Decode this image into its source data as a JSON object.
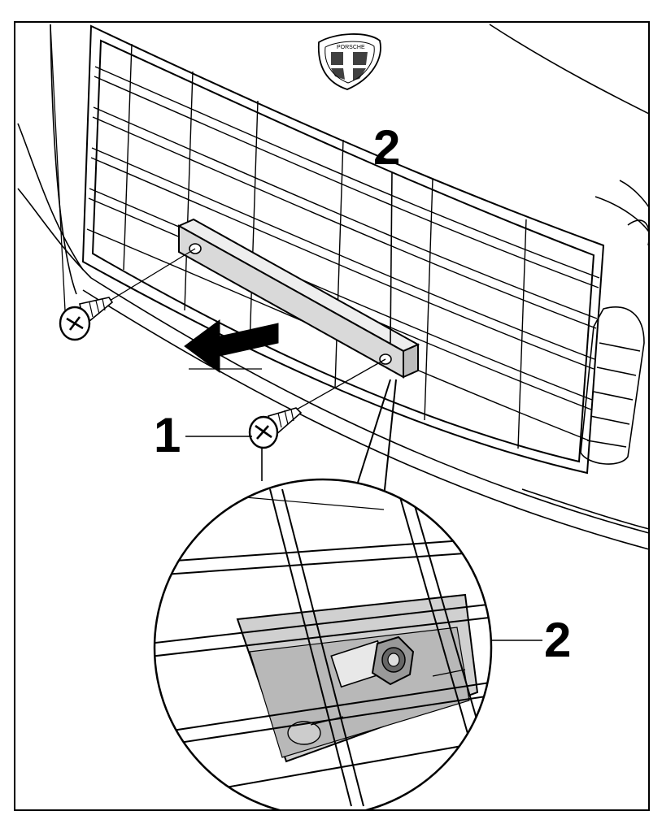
{
  "figure": {
    "logo_text": "PORSCHE",
    "callouts": {
      "screw": "1",
      "bar_top": "2",
      "bar_detail": "2"
    }
  },
  "colors": {
    "line": "#000000",
    "bar_fill": "#d9d9d9",
    "bar_top": "#eeeeee",
    "detail_plate": "#d0d0d0"
  },
  "icons": [
    "screw-icon",
    "arrow-left-icon",
    "porsche-crest-icon",
    "hex-nut-icon"
  ]
}
